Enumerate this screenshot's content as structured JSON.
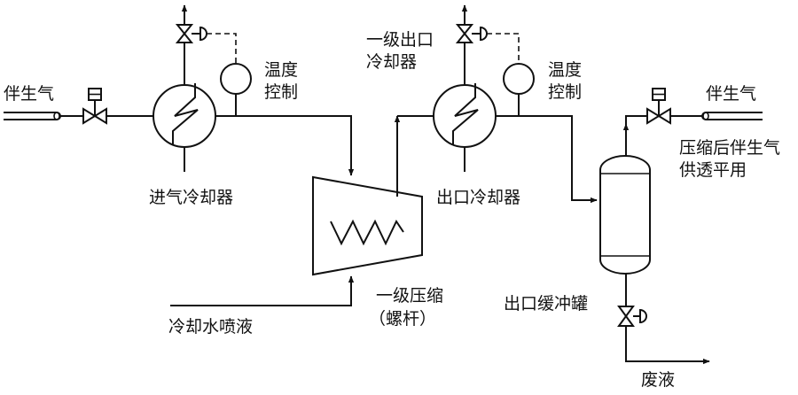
{
  "labels": {
    "feed_gas": "伴生气",
    "inlet_cooler": "进气冷却器",
    "temp_control_1_line1": "温度",
    "temp_control_1_line2": "控制",
    "stage1_outlet_cooler_line1": "一级出口",
    "stage1_outlet_cooler_line2": "冷却器",
    "temp_control_2_line1": "温度",
    "temp_control_2_line2": "控制",
    "outlet_cooler": "出口冷却器",
    "compressor_line1": "一级压缩",
    "compressor_line2": "（螺杆）",
    "cooling_water_spray": "冷却水喷液",
    "product_gas": "伴生气",
    "product_note_line1": "压缩后伴生气",
    "product_note_line2": "供透平用",
    "buffer_tank": "出口缓冲罐",
    "waste_liquid": "废液"
  }
}
